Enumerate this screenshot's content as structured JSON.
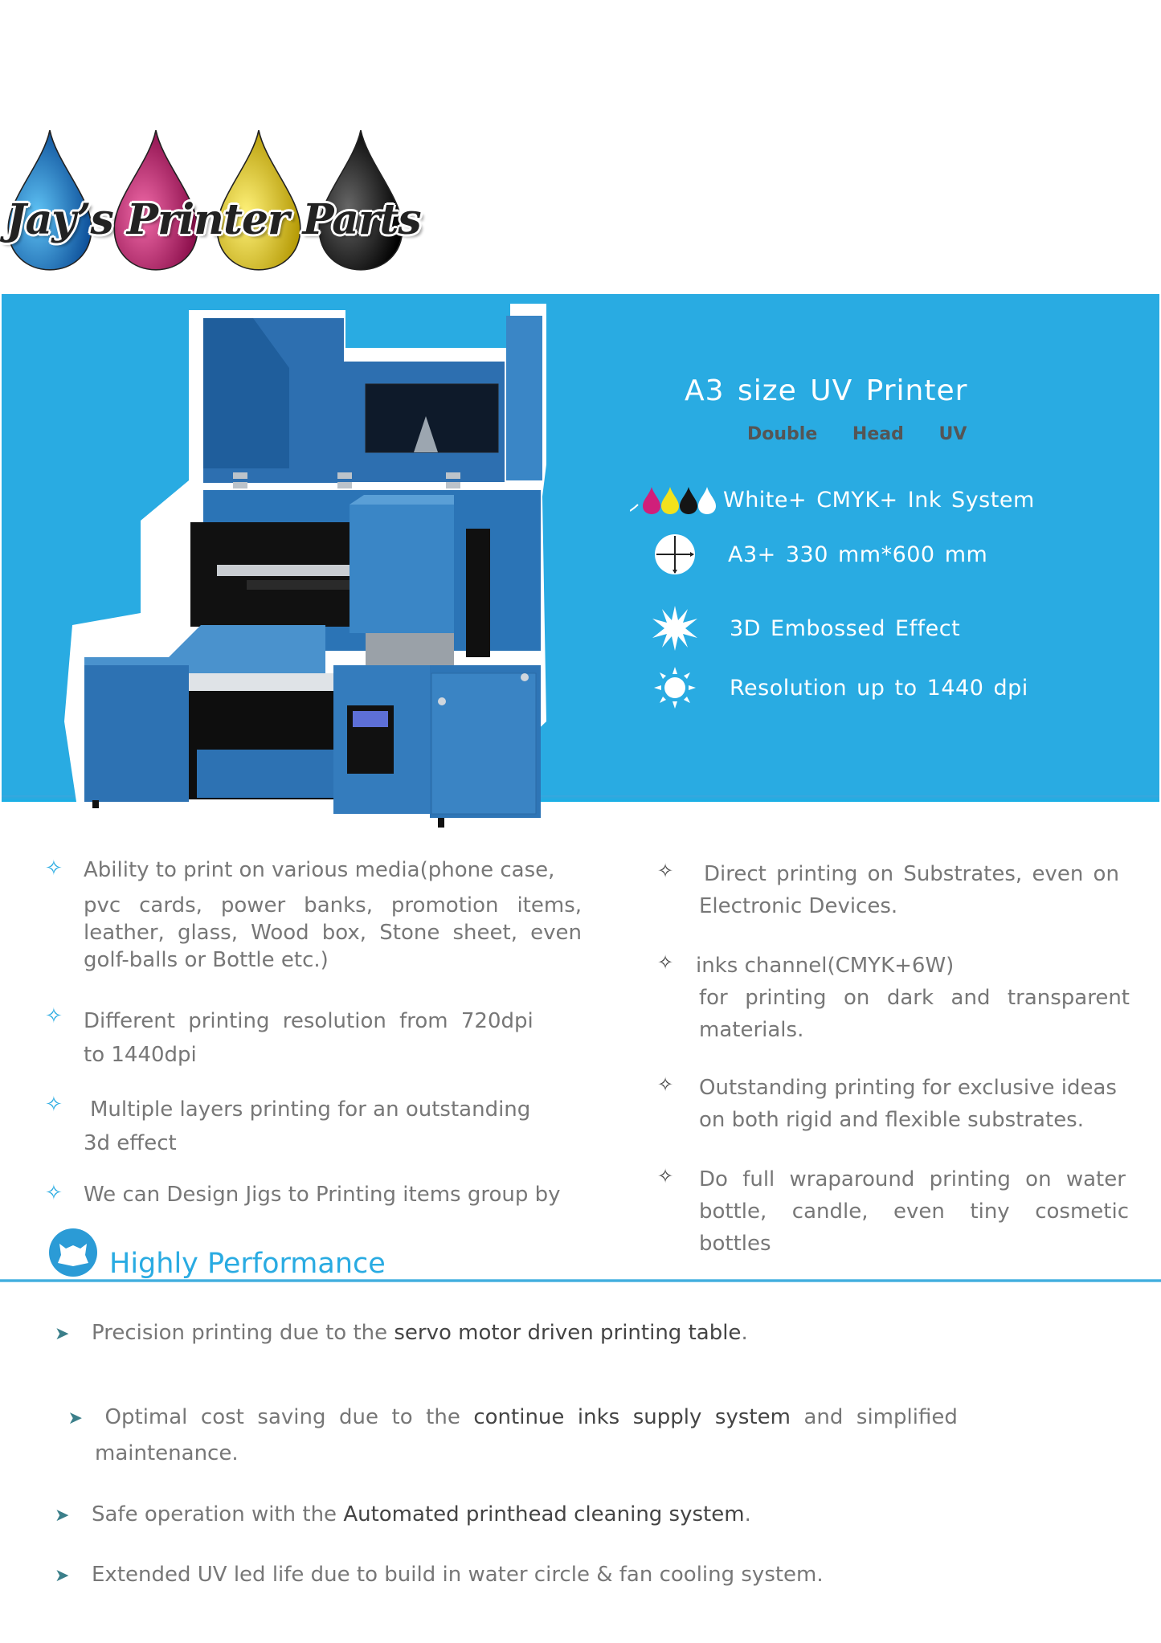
{
  "logo": {
    "text": "Jay’s Printer Parts",
    "drop_colors": [
      "#1b7cc4",
      "#d01f7a",
      "#e9cf1a",
      "#111111"
    ]
  },
  "banner": {
    "background_color": "#29abe2",
    "title": "A3 size UV Printer",
    "subtitle": [
      "Double",
      "Head",
      "UV"
    ],
    "specs": [
      {
        "icon": "ink-drops-icon",
        "label": "White+ CMYK+ Ink  System"
      },
      {
        "icon": "crosshair-size-icon",
        "label": "A3+  330 mm*600 mm"
      },
      {
        "icon": "starburst-emboss-icon",
        "label": "3D  Embossed  Effect"
      },
      {
        "icon": "sun-resolution-icon",
        "label": "Resolution  up  to  1440  dpi"
      }
    ]
  },
  "features_left": [
    {
      "first": "Ability to print on various media(phone case,",
      "rest": "pvc cards, power banks, promotion items, leather, glass, Wood box, Stone sheet, even golf-balls or Bottle etc.)"
    },
    {
      "first": "Different printing resolution from 720dpi",
      "rest": "to 1440dpi"
    },
    {
      "first": "Multiple layers printing for an outstanding",
      "rest": "3d effect"
    },
    {
      "first": "We can Design Jigs to Printing items group by",
      "rest": ""
    }
  ],
  "features_right": [
    {
      "first": "Direct printing on Substrates, even on",
      "rest": "Electronic Devices."
    },
    {
      "first": "inks  channel(CMYK+6W)",
      "rest": "for printing on dark and transparent materials."
    },
    {
      "first": "Outstanding printing for exclusive ideas",
      "rest": "on both rigid and flexible substrates."
    },
    {
      "first": "Do full  wraparound  printing  on water",
      "rest": "bottle, candle, even tiny cosmetic bottles"
    }
  ],
  "performance": {
    "title": "Highly Performance",
    "items": [
      {
        "plain": "Precision printing due to the ",
        "dark": "servo motor driven printing table",
        "tail": "."
      },
      {
        "plain": "Optimal  cost  saving  due  to  the  ",
        "dark": "continue  inks  supply  system",
        "tail": "  and  simplified"
      },
      {
        "plain": "",
        "dark": "",
        "tail": "maintenance."
      },
      {
        "plain": "Safe operation with the ",
        "dark": "Automated printhead cleaning system",
        "tail": "."
      },
      {
        "plain": "Extended UV led life due to build in water circle & fan cooling system.",
        "dark": "",
        "tail": ""
      }
    ]
  }
}
